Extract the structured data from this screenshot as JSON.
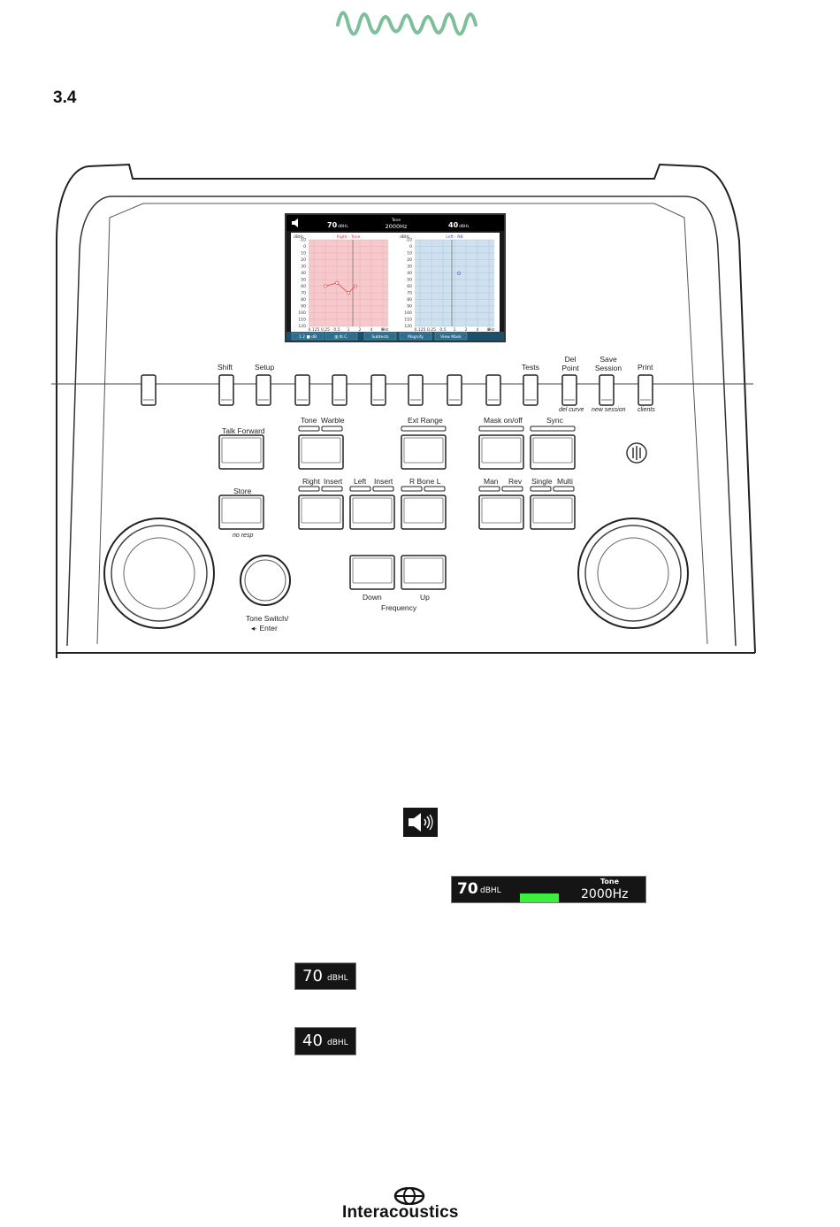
{
  "section_number": "3.4",
  "device": {
    "screen": {
      "top_left_level": "70",
      "top_left_unit": "dBHL",
      "top_center_mode": "Tone",
      "top_center_freq": "2000Hz",
      "top_right_level": "40",
      "top_right_unit": "dBHL",
      "left_chart_title": "Right - Tone",
      "right_chart_title": "Left - NB",
      "y_unit": "dBHL",
      "y_ticks": [
        "-10",
        "0",
        "10",
        "20",
        "30",
        "40",
        "50",
        "60",
        "70",
        "80",
        "90",
        "100",
        "110",
        "120"
      ],
      "x_ticks": [
        "0.125",
        "0.25",
        "0.5",
        "1",
        "2",
        "4",
        "8"
      ],
      "x_unit": "kHz",
      "right_points": [
        {
          "x": "0.25",
          "y": 60
        },
        {
          "x": "0.5",
          "y": 55
        },
        {
          "x": "1",
          "y": 70
        },
        {
          "x": "1.5",
          "y": 60
        }
      ],
      "softkeys": [
        "1 2 ■ dB",
        "▥ Ф.С.",
        "Subtests",
        "Magnify",
        "View Mask"
      ]
    },
    "top_buttons": {
      "shift": "Shift",
      "setup": "Setup",
      "tests": "Tests",
      "del_point": "Del Point",
      "save_session": "Save Session",
      "print": "Print",
      "del_curve": "del curve",
      "new_session": "new session",
      "clients": "clients"
    },
    "panel": {
      "talk_forward": "Talk Forward",
      "tone": "Tone",
      "warble": "Warble",
      "ext_range": "Ext Range",
      "mask_onoff": "Mask on/off",
      "sync": "Sync",
      "store": "Store",
      "no_resp": "no resp",
      "right": "Right",
      "insert1": "Insert",
      "left": "Left",
      "insert2": "Insert",
      "r_bone_l": "R Bone L",
      "man": "Man",
      "rev": "Rev",
      "single": "Single",
      "multi": "Multi",
      "down": "Down",
      "up": "Up",
      "frequency": "Frequency",
      "tone_switch": "Tone Switch/",
      "enter": "Enter"
    }
  },
  "legend": {
    "bar_level": "70",
    "bar_unit": "dBHL",
    "bar_mode": "Tone",
    "bar_freq": "2000Hz",
    "level_left": "70",
    "level_left_unit": "dBHL",
    "level_right": "40",
    "level_right_unit": "dBHL"
  },
  "footer": {
    "brand": "Interacoustics"
  },
  "colors": {
    "logo_green": "#7dbf9a",
    "right_red": "#e03a3a",
    "left_blue": "#3a55d0",
    "indicator_green": "#3df03d"
  }
}
